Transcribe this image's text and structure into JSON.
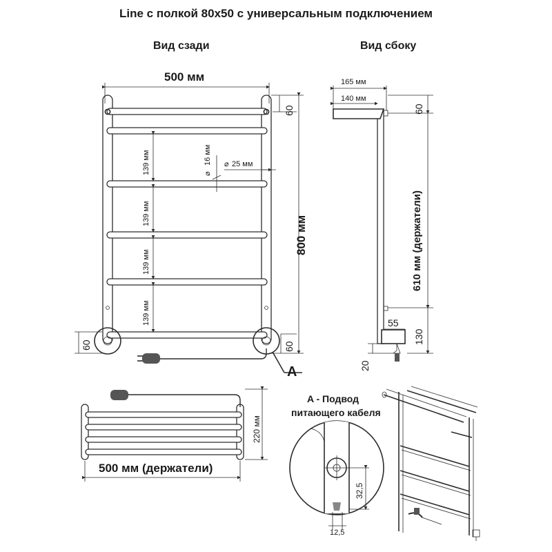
{
  "title": "Line с полкой 80x50 с универсальным подключением",
  "views": {
    "back": "Вид сзади",
    "side": "Вид сбоку"
  },
  "back_view": {
    "width": "500 мм",
    "height": "800 мм",
    "top_offset": "60",
    "bottom_offset_left": "60",
    "bottom_offset_right": "60",
    "rung_spacing": [
      "139 мм",
      "139 мм",
      "139 мм",
      "139 мм"
    ],
    "rung_diameter": "16 мм",
    "pipe_diameter": "25 мм",
    "callout": "A"
  },
  "side_view": {
    "depth_total": "165 мм",
    "depth_shelf": "140 мм",
    "top_offset": "60",
    "holders_span": "610 мм (держатели)",
    "wall_gap": "55",
    "bottom_offset": "130",
    "connector": "20"
  },
  "top_view": {
    "width": "500 мм (держатели)",
    "depth": "220 мм"
  },
  "detail": {
    "title_line1": "A - Подвод",
    "title_line2": "питающего кабеля",
    "height": "32,5",
    "width": "12,5"
  }
}
